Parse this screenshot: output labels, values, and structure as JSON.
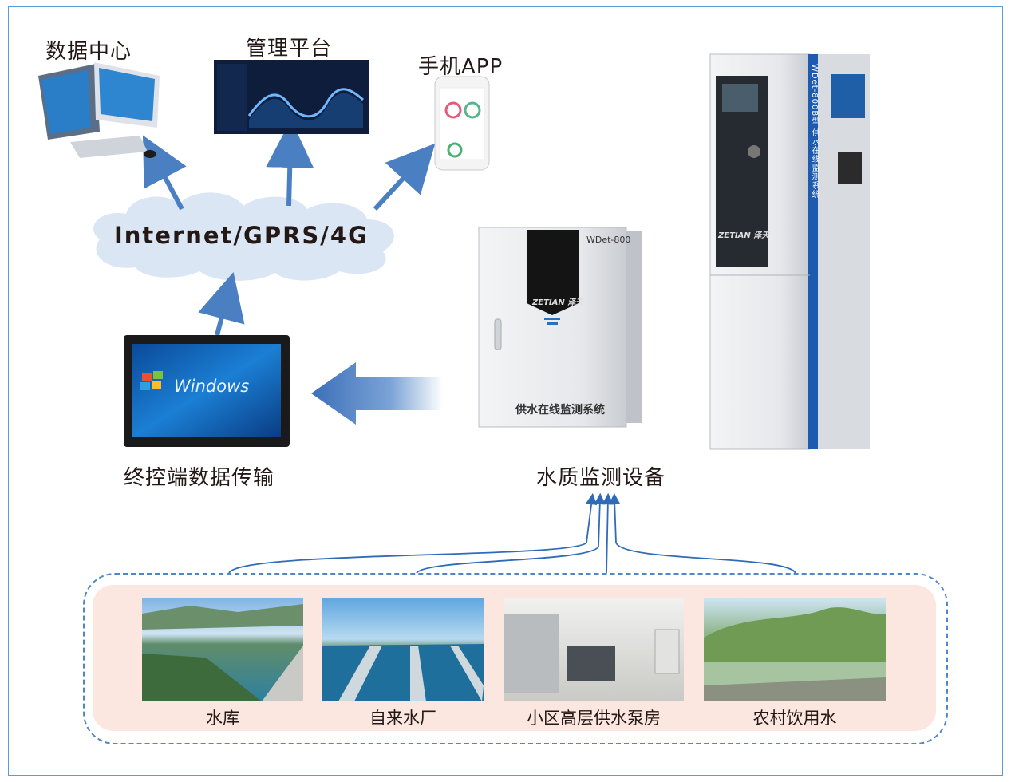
{
  "nodes": {
    "data_center": "数据中心",
    "platform": "管理平台",
    "mobile_app": "手机APP",
    "network": "Internet/GPRS/4G",
    "terminal": "终控端数据传输",
    "equipment": "水质监测设备"
  },
  "devices": {
    "wall_cabinet_model": "WDet-800",
    "wall_cabinet_name": "供水在线监测系统",
    "brand": "ZETIAN 泽天",
    "tall_cabinet_vertical": "WDet-800B型 供水在线监测系统",
    "screen_logo": "Windows"
  },
  "sources": [
    {
      "label": "水库"
    },
    {
      "label": "自来水厂"
    },
    {
      "label": "小区高层供水泵房"
    },
    {
      "label": "农村饮用水"
    }
  ],
  "colors": {
    "frame": "#5a9bd5",
    "arrow": "#4a7fc1",
    "cloud": "#dbe6f4",
    "panel": "#fbe7df",
    "dashed_border": "#4f86c6"
  }
}
